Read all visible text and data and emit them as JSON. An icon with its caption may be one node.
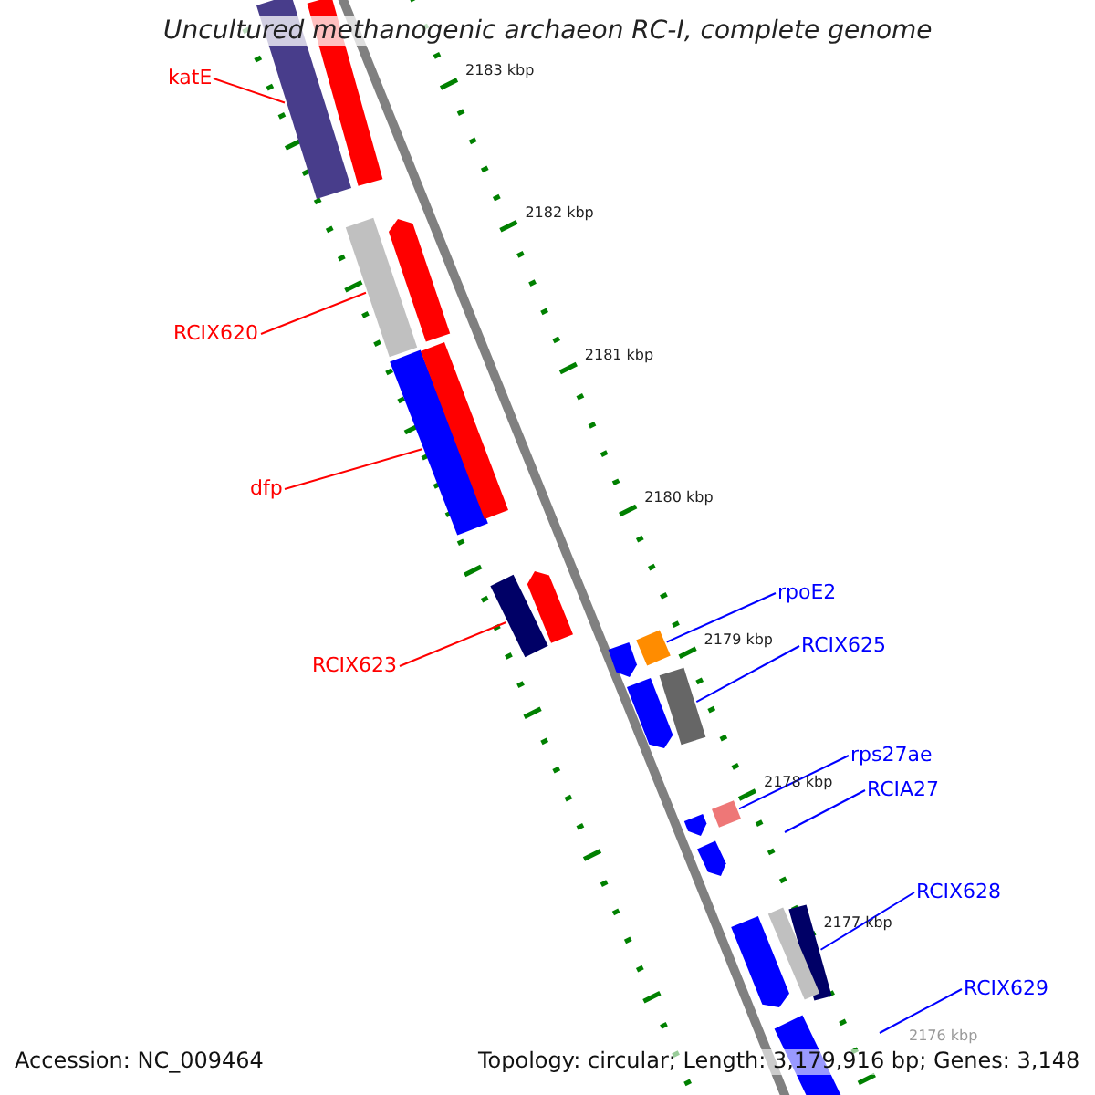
{
  "diagram": {
    "title": "Uncultured methanogenic archaeon RC-I, complete genome",
    "nodes": [
      {
        "text": [
          "katE"
        ]
      },
      {
        "text": [],
        "shape": "bar"
      },
      {
        "text": [
          "RCIX620"
        ]
      },
      {
        "text": [],
        "shape": "bar"
      },
      {
        "text": [
          "dfp"
        ]
      },
      {
        "text": [],
        "shape": "bar"
      },
      {
        "text": [
          "RCIX623"
        ]
      },
      {
        "text": [],
        "shape": "bar"
      },
      {
        "text": [
          "rpoE2"
        ]
      },
      {
        "text": [],
        "shape": "bar"
      },
      {
        "text": [
          "RCIX625"
        ]
      },
      {
        "text": [],
        "shape": "bar"
      },
      {
        "text": [
          "rps27ae"
        ]
      },
      {
        "text": [],
        "shape": "bar"
      },
      {
        "text": [
          "RCIA27"
        ]
      },
      {
        "text": [
          "RCIX628"
        ]
      },
      {
        "text": [],
        "shape": "bar"
      },
      {
        "text": [
          "RCIX629"
        ]
      },
      {
        "text": [],
        "shape": "bar"
      },
      {
        "text": [],
        "shape": "bar"
      },
      {
        "text": [],
        "shape": "bar"
      },
      {
        "text": [],
        "shape": "bar"
      },
      {
        "text": [],
        "shape": "bar"
      },
      {
        "text": [],
        "shape": "bar"
      },
      {
        "text": [],
        "shape": "bar"
      },
      {
        "text": [],
        "shape": "bar"
      },
      {
        "text": [],
        "shape": "bar"
      },
      {
        "text": [],
        "shape": "bar"
      },
      {
        "text": [],
        "shape": "bar"
      }
    ],
    "edges": [
      {
        "from": 0,
        "to": 1,
        "arrow": "none",
        "color": "#ff0000"
      },
      {
        "from": 2,
        "to": 3,
        "arrow": "none",
        "color": "#ff0000"
      },
      {
        "from": 4,
        "to": 5,
        "arrow": "none",
        "color": "#ff0000"
      },
      {
        "from": 6,
        "to": 7,
        "arrow": "none",
        "color": "#ff0000"
      },
      {
        "from": 8,
        "to": 9,
        "arrow": "none",
        "color": "#0000ff"
      },
      {
        "from": 10,
        "to": 11,
        "arrow": "none",
        "color": "#0000ff"
      },
      {
        "from": 12,
        "to": 13,
        "arrow": "none",
        "color": "#0000ff"
      },
      {
        "from": 14,
        "to": null,
        "arrow": "none",
        "color": "#0000ff"
      },
      {
        "from": 15,
        "to": 16,
        "arrow": "none",
        "color": "#0000ff"
      },
      {
        "from": 17,
        "to": null,
        "arrow": "none",
        "color": "#0000ff"
      }
    ],
    "labels": [
      "2183 kbp",
      "2182 kbp",
      "2181 kbp",
      "2180 kbp",
      "2179 kbp",
      "2178 kbp",
      "2177 kbp",
      "2176 kbp",
      "Accession: NC_009464",
      "Topology: circular; Length: 3,179,916 bp; Genes: 3,148"
    ]
  }
}
